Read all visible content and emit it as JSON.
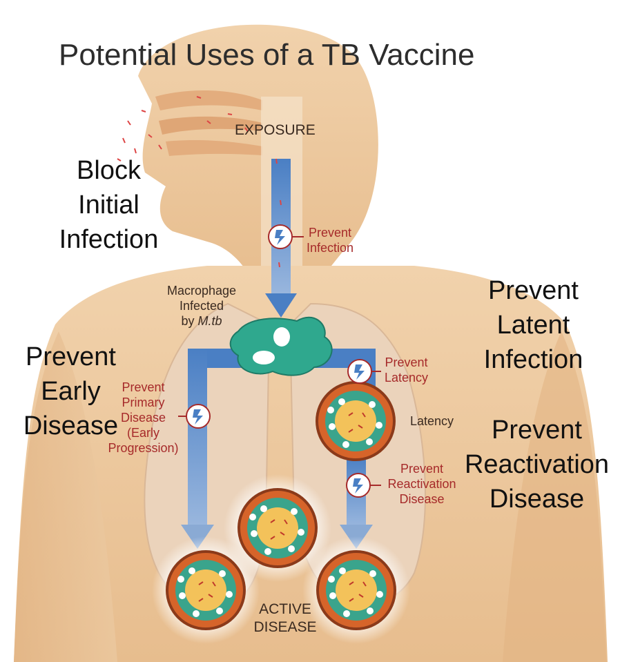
{
  "title": "Potential Uses of a TB Vaccine",
  "stages": {
    "exposure": "EXPOSURE",
    "macrophage_prefix": "Macrophage\nInfected\nby ",
    "macrophage_organism": "M.tb",
    "latency": "Latency",
    "active_disease": "ACTIVE\nDISEASE"
  },
  "interventions": {
    "prevent_infection": "Prevent\nInfection",
    "prevent_latency": "Prevent\nLatency",
    "prevent_primary_disease": "Prevent\nPrimary\nDisease\n(Early\nProgression)",
    "prevent_reactivation_disease": "Prevent\nReactivation\nDisease"
  },
  "vaccine_goals": {
    "block_initial_infection": "Block\nInitial\nInfection",
    "prevent_early_disease": "Prevent\nEarly\nDisease",
    "prevent_latent_infection": "Prevent\nLatent\nInfection",
    "prevent_reactivation_disease": "Prevent\nReactivation\nDisease"
  },
  "colors": {
    "skin": "#ecc9a0",
    "skin_dark": "#d9a877",
    "arrow": "#4a7fc4",
    "macrophage": "#2fa88e",
    "granuloma_outer": "#d6642a",
    "granuloma_inner": "#f3c25a",
    "label_red": "#a62a2a"
  }
}
